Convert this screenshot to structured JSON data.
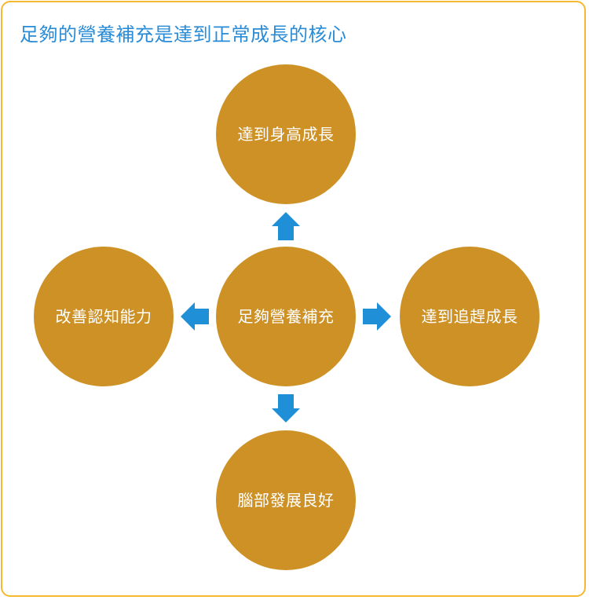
{
  "title": "足夠的營養補充是達到正常成長的核心",
  "colors": {
    "border": "#f5b82e",
    "title": "#2a8bd6",
    "node_fill": "#cd9126",
    "node_text": "#ffffff",
    "arrow": "#1f8fd8"
  },
  "nodes": {
    "center": "足夠營養補充",
    "top": "達到身高成長",
    "left": "改善認知能力",
    "right": "達到追趕成長",
    "bottom": "腦部發展良好"
  },
  "arrows": [
    "arrow-up-icon",
    "arrow-down-icon",
    "arrow-left-icon",
    "arrow-right-icon"
  ]
}
